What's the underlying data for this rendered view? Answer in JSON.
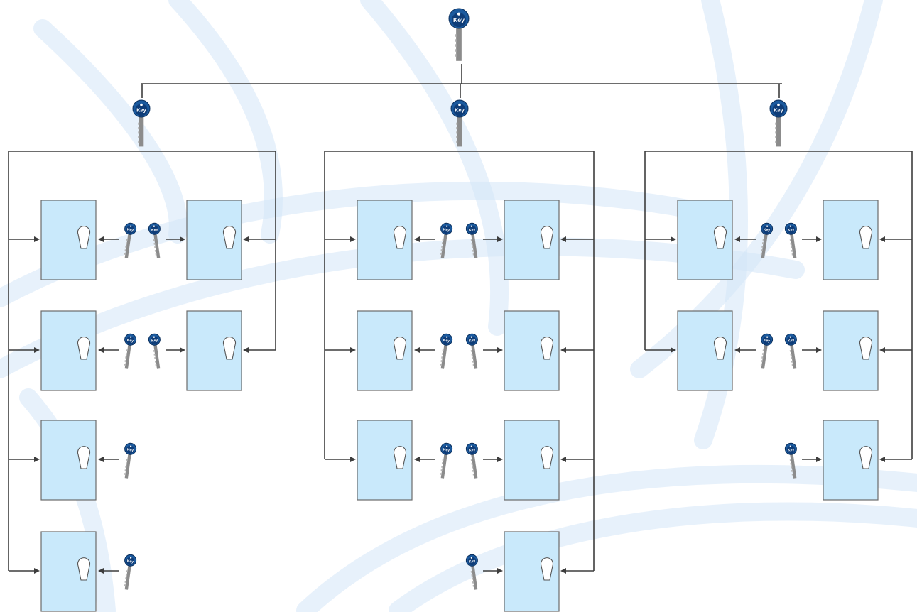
{
  "key_label": "Key",
  "colors": {
    "background": "#ffffff",
    "watermark": "#d4e6f7",
    "line": "#3d3d3d",
    "door_fill": "#c9e9fb",
    "door_stroke": "#6b6b6b",
    "keyhole_fill": "#ffffff",
    "key_bow": "#1b5a9e",
    "key_bow_inner": "#0f3d78",
    "key_blade": "#8c8c8c"
  },
  "hierarchy": {
    "grand_master": {
      "role": "grand-master-key"
    },
    "masters": [
      {
        "id": "group-1",
        "role": "master-key",
        "rows": [
          {
            "left_door": true,
            "right_door": true
          },
          {
            "left_door": true,
            "right_door": true
          },
          {
            "left_door": true,
            "right_door": false
          },
          {
            "left_door": true,
            "right_door": false
          }
        ]
      },
      {
        "id": "group-2",
        "role": "master-key",
        "rows": [
          {
            "left_door": true,
            "right_door": true
          },
          {
            "left_door": true,
            "right_door": true
          },
          {
            "left_door": true,
            "right_door": true
          },
          {
            "left_door": false,
            "right_door": true
          }
        ]
      },
      {
        "id": "group-3",
        "role": "master-key",
        "rows": [
          {
            "left_door": true,
            "right_door": true
          },
          {
            "left_door": true,
            "right_door": true
          },
          {
            "left_door": false,
            "right_door": true
          }
        ]
      }
    ]
  }
}
